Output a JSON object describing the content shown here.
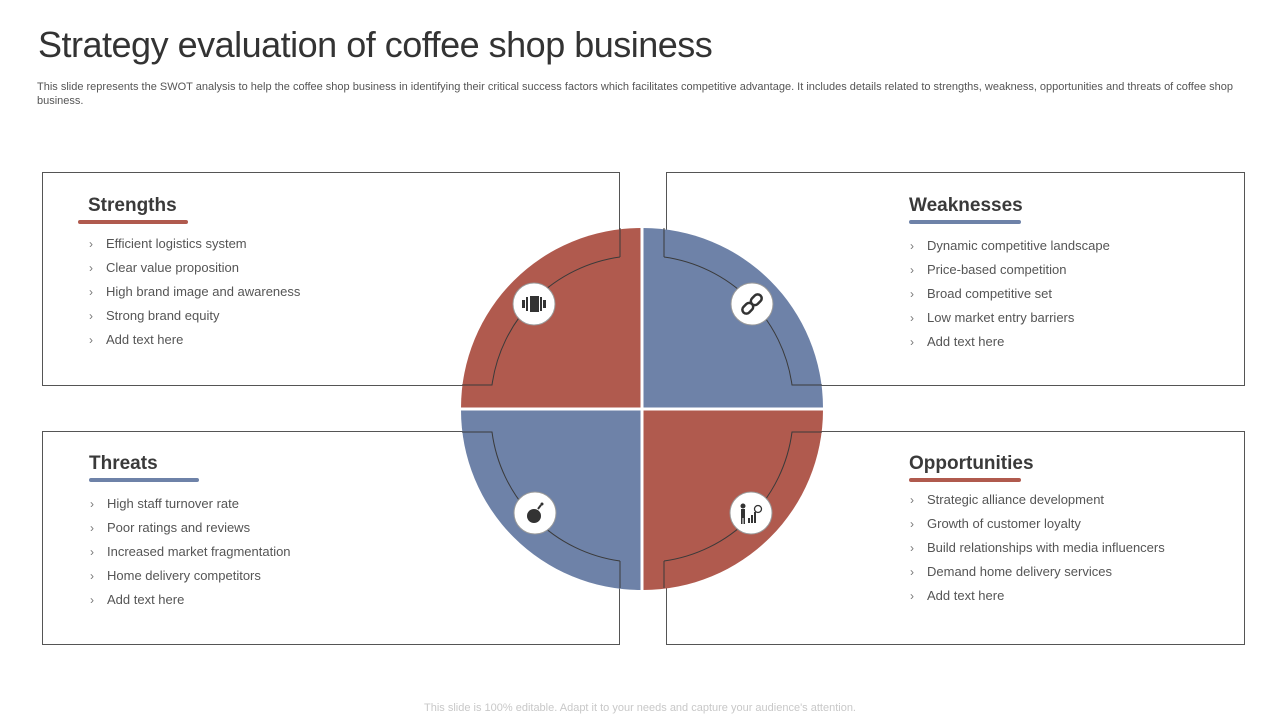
{
  "title": "Strategy evaluation of coffee shop business",
  "subtitle": "This slide represents the SWOT analysis to help the coffee shop business in identifying their critical success factors which facilitates competitive advantage. It includes details related to strengths, weakness, opportunities and threats of coffee shop business.",
  "footer": "This slide is 100% editable. Adapt it to your needs and capture your audience's attention.",
  "colors": {
    "red": "#b05a4e",
    "blue": "#6e82a8",
    "text": "#3a3a3a"
  },
  "strengths": {
    "heading": "Strengths",
    "icon": "strength-fist-icon",
    "items": [
      "Efficient logistics system",
      "Clear value  proposition",
      "High brand image and awareness",
      "Strong brand equity",
      "Add text here"
    ]
  },
  "weaknesses": {
    "heading": "Weaknesses",
    "icon": "broken-link-icon",
    "items": [
      "Dynamic competitive landscape",
      "Price-based competition",
      "Broad competitive set",
      "Low market entry barriers",
      "Add text here"
    ]
  },
  "threats": {
    "heading": "Threats",
    "icon": "bomb-icon",
    "items": [
      "High staff turnover  rate",
      "Poor ratings and reviews",
      "Increased  market fragmentation",
      "Home delivery  competitors",
      "Add text here"
    ]
  },
  "opportunities": {
    "heading": "Opportunities",
    "icon": "growth-presentation-icon",
    "items": [
      "Strategic alliance development",
      "Growth of customer loyalty",
      "Build relationships with media influencers",
      "Demand home delivery  services",
      "Add text here"
    ]
  }
}
